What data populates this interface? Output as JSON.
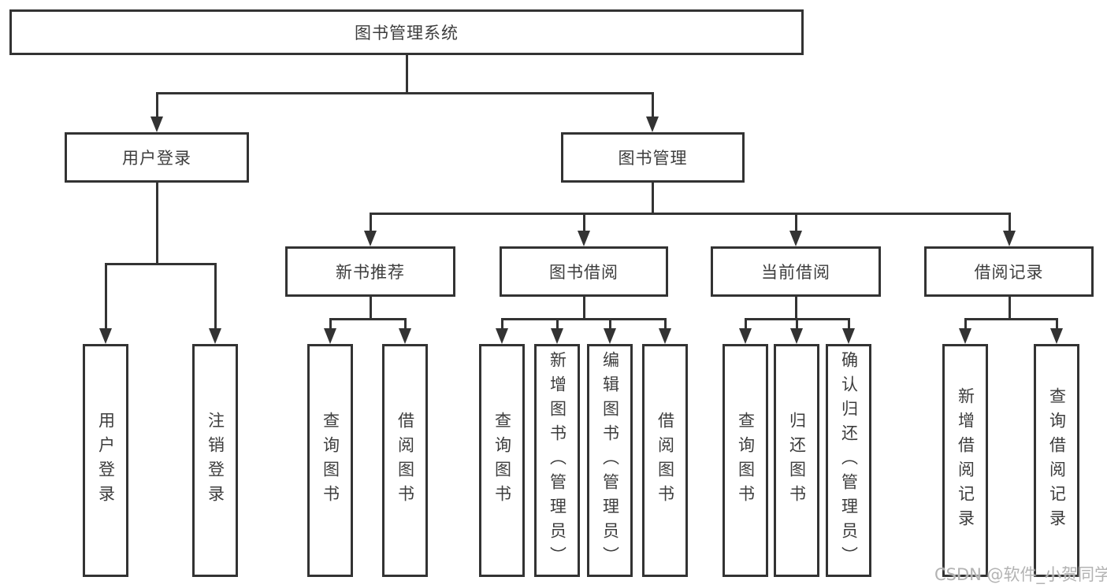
{
  "tree": {
    "label": "图书管理系统",
    "children": [
      {
        "label": "用户登录",
        "children": [
          {
            "label": "用户登录"
          },
          {
            "label": "注销登录"
          }
        ]
      },
      {
        "label": "图书管理",
        "children": [
          {
            "label": "新书推荐",
            "children": [
              {
                "label": "查询图书"
              },
              {
                "label": "借阅图书"
              }
            ]
          },
          {
            "label": "图书借阅",
            "children": [
              {
                "label": "查询图书"
              },
              {
                "label": "新增图书（管理员）"
              },
              {
                "label": "编辑图书（管理员）"
              },
              {
                "label": "借阅图书"
              }
            ]
          },
          {
            "label": "当前借阅",
            "children": [
              {
                "label": "查询图书"
              },
              {
                "label": "归还图书"
              },
              {
                "label": "确认归还（管理员）"
              }
            ]
          },
          {
            "label": "借阅记录",
            "children": [
              {
                "label": "新增借阅记录"
              },
              {
                "label": "查询借阅记录"
              }
            ]
          }
        ]
      }
    ]
  },
  "watermark": "CSDN @软件_小贺同学",
  "colors": {
    "line": "#333333",
    "text": "#3d3d3d",
    "watermark": "#b3b3b3",
    "background": "#ffffff"
  }
}
